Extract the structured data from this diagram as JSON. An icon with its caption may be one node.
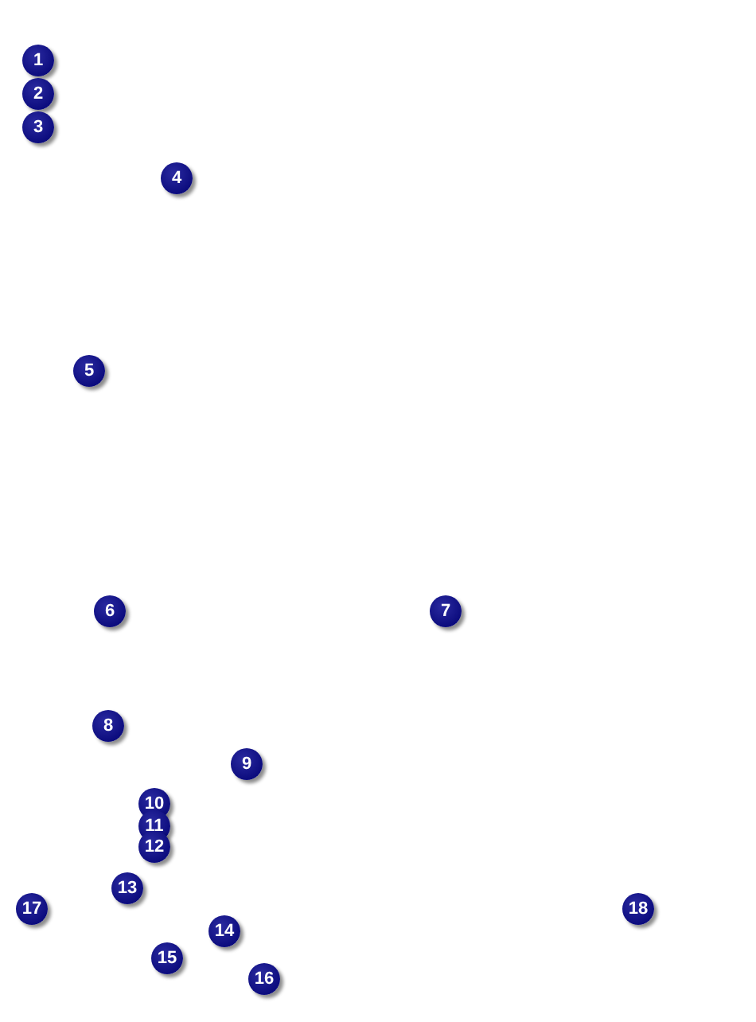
{
  "diagram": {
    "nodes": [
      {
        "text": [
          "1"
        ]
      },
      {
        "text": [
          "2"
        ]
      },
      {
        "text": [
          "3"
        ]
      },
      {
        "text": [
          "4"
        ]
      },
      {
        "text": [
          "5"
        ]
      },
      {
        "text": [
          "6"
        ]
      },
      {
        "text": [
          "7"
        ]
      },
      {
        "text": [
          "8"
        ]
      },
      {
        "text": [
          "9"
        ]
      },
      {
        "text": [
          "10"
        ]
      },
      {
        "text": [
          "11"
        ]
      },
      {
        "text": [
          "12"
        ]
      },
      {
        "text": [
          "13"
        ]
      },
      {
        "text": [
          "17"
        ]
      },
      {
        "text": [
          "18"
        ]
      },
      {
        "text": [
          "14"
        ]
      },
      {
        "text": [
          "15"
        ]
      },
      {
        "text": [
          "16"
        ]
      }
    ]
  }
}
